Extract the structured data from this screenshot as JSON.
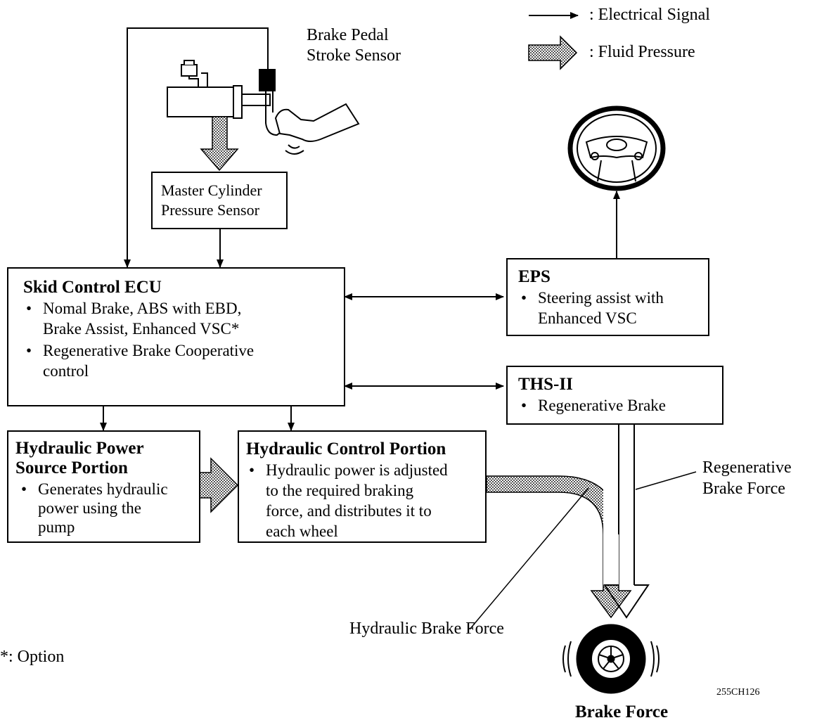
{
  "legend": {
    "electrical": ": Electrical Signal",
    "fluid": ": Fluid Pressure"
  },
  "sensor_label": [
    "Brake Pedal",
    "Stroke Sensor"
  ],
  "master_cylinder": [
    "Master Cylinder",
    "Pressure Sensor"
  ],
  "skid_ecu": {
    "title": "Skid Control ECU",
    "items": [
      [
        "Nomal Brake, ABS with EBD,",
        "Brake Assist, Enhanced VSC*"
      ],
      [
        "Regenerative Brake Cooperative",
        "control"
      ]
    ]
  },
  "eps": {
    "title": "EPS",
    "items": [
      [
        "Steering assist with",
        "Enhanced VSC"
      ]
    ]
  },
  "ths": {
    "title": "THS-II",
    "items": [
      [
        "Regenerative Brake"
      ]
    ]
  },
  "hydraulic_power": {
    "title": [
      "Hydraulic Power",
      "Source Portion"
    ],
    "items": [
      [
        "Generates hydraulic",
        "power using the",
        "pump"
      ]
    ]
  },
  "hydraulic_control": {
    "title": "Hydraulic Control Portion",
    "items": [
      [
        "Hydraulic power is adjusted",
        "to the required braking",
        "force, and distributes it to",
        "each wheel"
      ]
    ]
  },
  "labels": {
    "regen_force": [
      "Regenerative",
      "Brake Force"
    ],
    "hydraulic_force": "Hydraulic Brake Force",
    "brake_force": "Brake Force",
    "option": "*: Option",
    "code": "255CH126"
  }
}
